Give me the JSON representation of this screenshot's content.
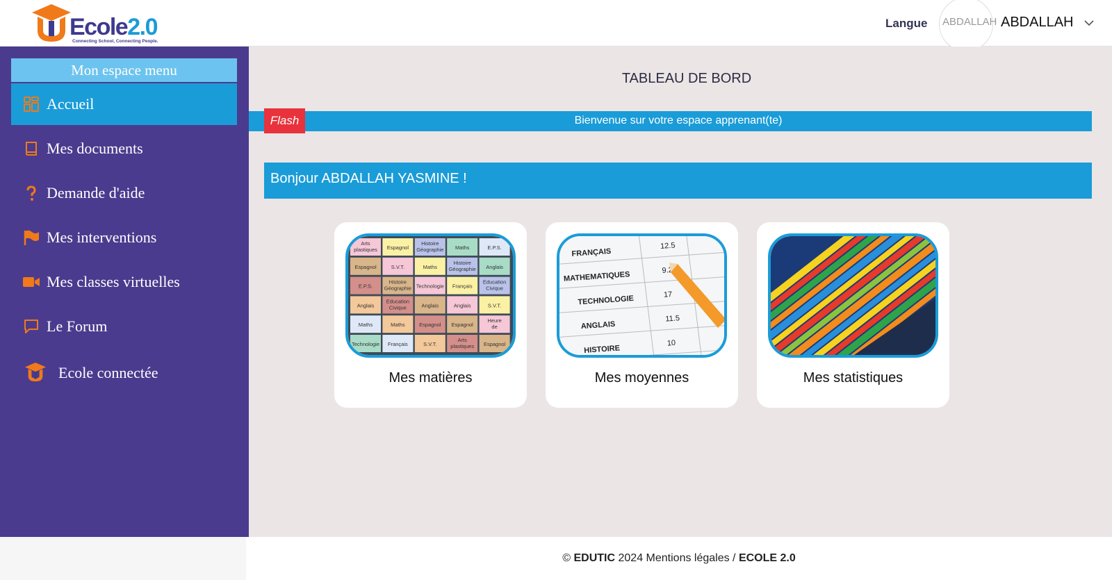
{
  "brand": {
    "name_part1": "Ecole",
    "name_part2": "2.0",
    "tagline": "Connecting School, Connecting People."
  },
  "header": {
    "language_label": "Langue",
    "avatar_alt": "ABDALLAH",
    "user_name": "ABDALLAH"
  },
  "sidebar": {
    "title": "Mon espace menu",
    "items": [
      {
        "label": "Accueil",
        "icon": "dashboard-icon",
        "active": true
      },
      {
        "label": "Mes documents",
        "icon": "book-icon"
      },
      {
        "label": "Demande d'aide",
        "icon": "question-icon"
      },
      {
        "label": "Mes interventions",
        "icon": "flag-icon"
      },
      {
        "label": "Mes classes virtuelles",
        "icon": "video-camera-icon"
      },
      {
        "label": "Le Forum",
        "icon": "chat-icon"
      },
      {
        "label": "Ecole connectée",
        "icon": "graduation-cap-icon"
      }
    ]
  },
  "main": {
    "title": "TABLEAU DE BORD",
    "flash_tag": "Flash",
    "flash_message": "Bienvenue sur votre espace apprenant(te)",
    "greeting": "Bonjour ABDALLAH YASMINE !",
    "cards": [
      {
        "label": "Mes matières"
      },
      {
        "label": "Mes moyennes"
      },
      {
        "label": "Mes statistiques"
      }
    ],
    "subjects_grid": [
      [
        "Arts plastiques",
        "Espagnol",
        "Histoire-Géographie",
        "Maths",
        "E.P.S."
      ],
      [
        "Espagnol",
        "S.V.T.",
        "Maths",
        "Histoire-Géographie",
        "Anglais"
      ],
      [
        "E.P.S.",
        "Histoire-Géographie",
        "Technologie",
        "Français",
        "Education Civique"
      ],
      [
        "Anglais",
        "Education Civique",
        "Anglais",
        "Anglais",
        "S.V.T."
      ],
      [
        "Maths",
        "Maths",
        "Espagnol",
        "Espagnol",
        "Heure de vie de classe"
      ],
      [
        "Technologie",
        "Français",
        "S.V.T.",
        "Arts plastiques",
        "Espagnol"
      ]
    ],
    "grades_table": [
      {
        "subject": "FRANÇAIS",
        "grade": "12.5"
      },
      {
        "subject": "MATHEMATIQUES",
        "grade": "9.2"
      },
      {
        "subject": "TECHNOLOGIE",
        "grade": "17"
      },
      {
        "subject": "ANGLAIS",
        "grade": "11.5"
      },
      {
        "subject": "HISTOIRE",
        "grade": "10"
      }
    ]
  },
  "footer": {
    "copyright": "©",
    "company": "EDUTIC",
    "year_text": "2024 Mentions légales /",
    "product": "ECOLE 2.0"
  },
  "colors": {
    "sidebar_bg": "#4b3b8e",
    "accent_blue": "#1a9cd8",
    "light_blue": "#6cc3ef",
    "icon_orange": "#f07a1a",
    "flash_red": "#e8323c",
    "main_bg": "#ebe5e5"
  }
}
